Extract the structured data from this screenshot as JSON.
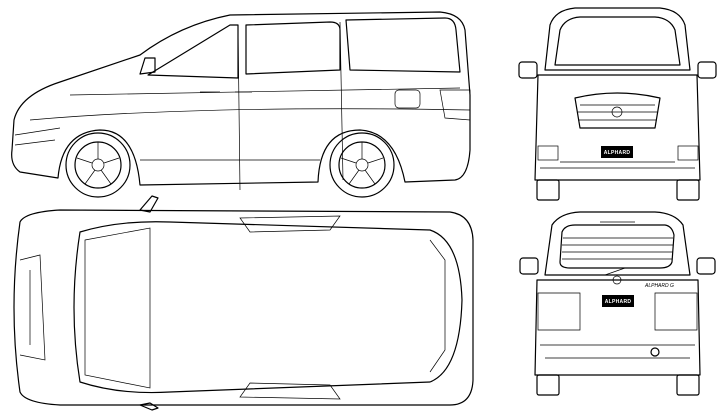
{
  "blueprint": {
    "views": [
      "side",
      "front",
      "top",
      "rear"
    ],
    "front_plate": "ALPHARD",
    "rear_plate": "ALPHARD",
    "rear_badge": "ALPHARD G"
  }
}
